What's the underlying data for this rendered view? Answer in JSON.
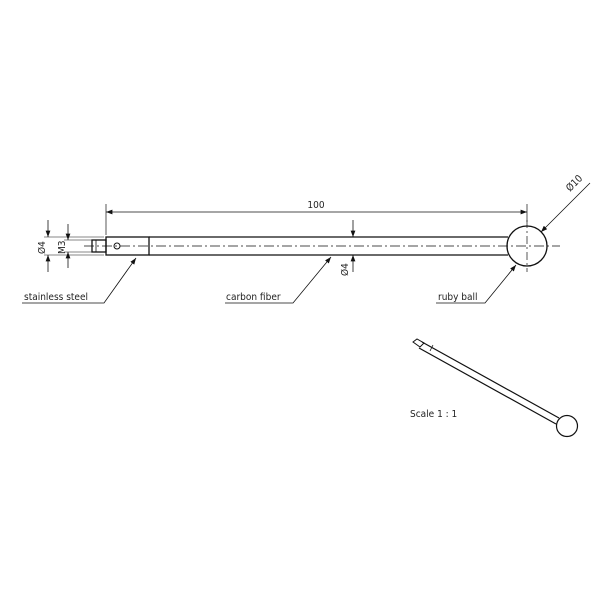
{
  "dimensions": {
    "length": "100",
    "ball_diameter": "Ø10",
    "stem_diameter": "Ø4",
    "thread_diameter": "Ø4",
    "thread": "M3"
  },
  "labels": {
    "stainless_steel": "stainless steel",
    "carbon_fiber": "carbon fiber",
    "ruby_ball": "ruby ball"
  },
  "scale": "Scale 1 : 1"
}
